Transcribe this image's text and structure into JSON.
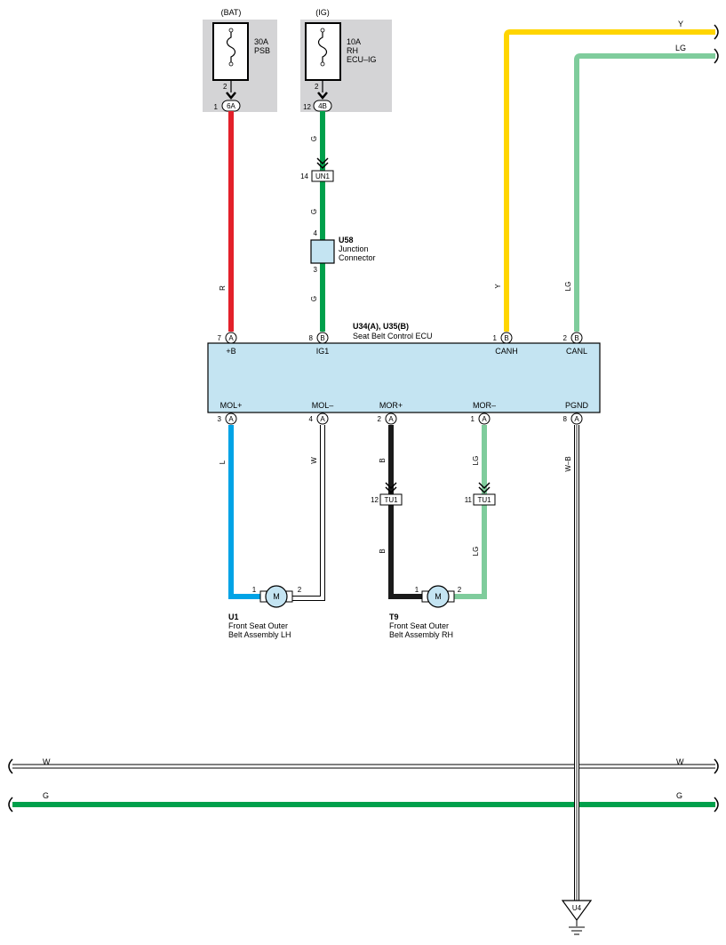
{
  "fuses": [
    {
      "source": "(BAT)",
      "rating": "30A",
      "name_lines": [
        "PSB"
      ],
      "pin": "2",
      "connector_pin": "1",
      "connector": "6A"
    },
    {
      "source": "(IG)",
      "rating": "10A",
      "name_lines": [
        "RH",
        "ECU–IG"
      ],
      "pin": "2",
      "connector_pin": "12",
      "connector": "4B"
    }
  ],
  "junction_connectors": [
    {
      "pin": "14",
      "code": "UN1"
    },
    {
      "pin": "12",
      "code": "TU1"
    },
    {
      "pin": "11",
      "code": "TU1"
    }
  ],
  "u58": {
    "id": "U58",
    "line1": "Junction",
    "line2": "Connector",
    "pin_top": "4",
    "pin_bottom": "3"
  },
  "ecu": {
    "id": "U34(A), U35(B)",
    "name": "Seat Belt Control ECU",
    "top_pins": [
      {
        "num": "7",
        "conn": "A",
        "label": "+B"
      },
      {
        "num": "8",
        "conn": "B",
        "label": "IG1"
      },
      {
        "num": "1",
        "conn": "B",
        "label": "CANH"
      },
      {
        "num": "2",
        "conn": "B",
        "label": "CANL"
      }
    ],
    "bottom_pins": [
      {
        "num": "3",
        "conn": "A",
        "label": "MOL+"
      },
      {
        "num": "4",
        "conn": "A",
        "label": "MOL–"
      },
      {
        "num": "2",
        "conn": "A",
        "label": "MOR+"
      },
      {
        "num": "1",
        "conn": "A",
        "label": "MOR–"
      },
      {
        "num": "8",
        "conn": "A",
        "label": "PGND"
      }
    ]
  },
  "wire_labels": {
    "r": "R",
    "g1": "G",
    "g2": "G",
    "g3": "G",
    "y": "Y",
    "lg_top": "LG",
    "l": "L",
    "w_motor": "W",
    "b1": "B",
    "b2": "B",
    "lg1": "LG",
    "lg2": "LG",
    "wb": "W–B"
  },
  "bus_labels": {
    "y": "Y",
    "lg": "LG",
    "w": "W",
    "g": "G"
  },
  "motors": [
    {
      "id": "U1",
      "line1": "Front Seat Outer",
      "line2": "Belt Assembly LH",
      "symbol": "M",
      "pin1": "1",
      "pin2": "2"
    },
    {
      "id": "T9",
      "line1": "Front Seat Outer",
      "line2": "Belt Assembly RH",
      "symbol": "M",
      "pin1": "1",
      "pin2": "2"
    }
  ],
  "ground": {
    "id": "U4"
  },
  "colors": {
    "red": "#e3202a",
    "green": "#00a04b",
    "yellow": "#ffd500",
    "light_green": "#7fcc9c",
    "blue": "#00a3e6",
    "black": "#1a1a1a",
    "ecu_fill": "#c4e4f2",
    "fuse_box": "#d4d4d6"
  }
}
